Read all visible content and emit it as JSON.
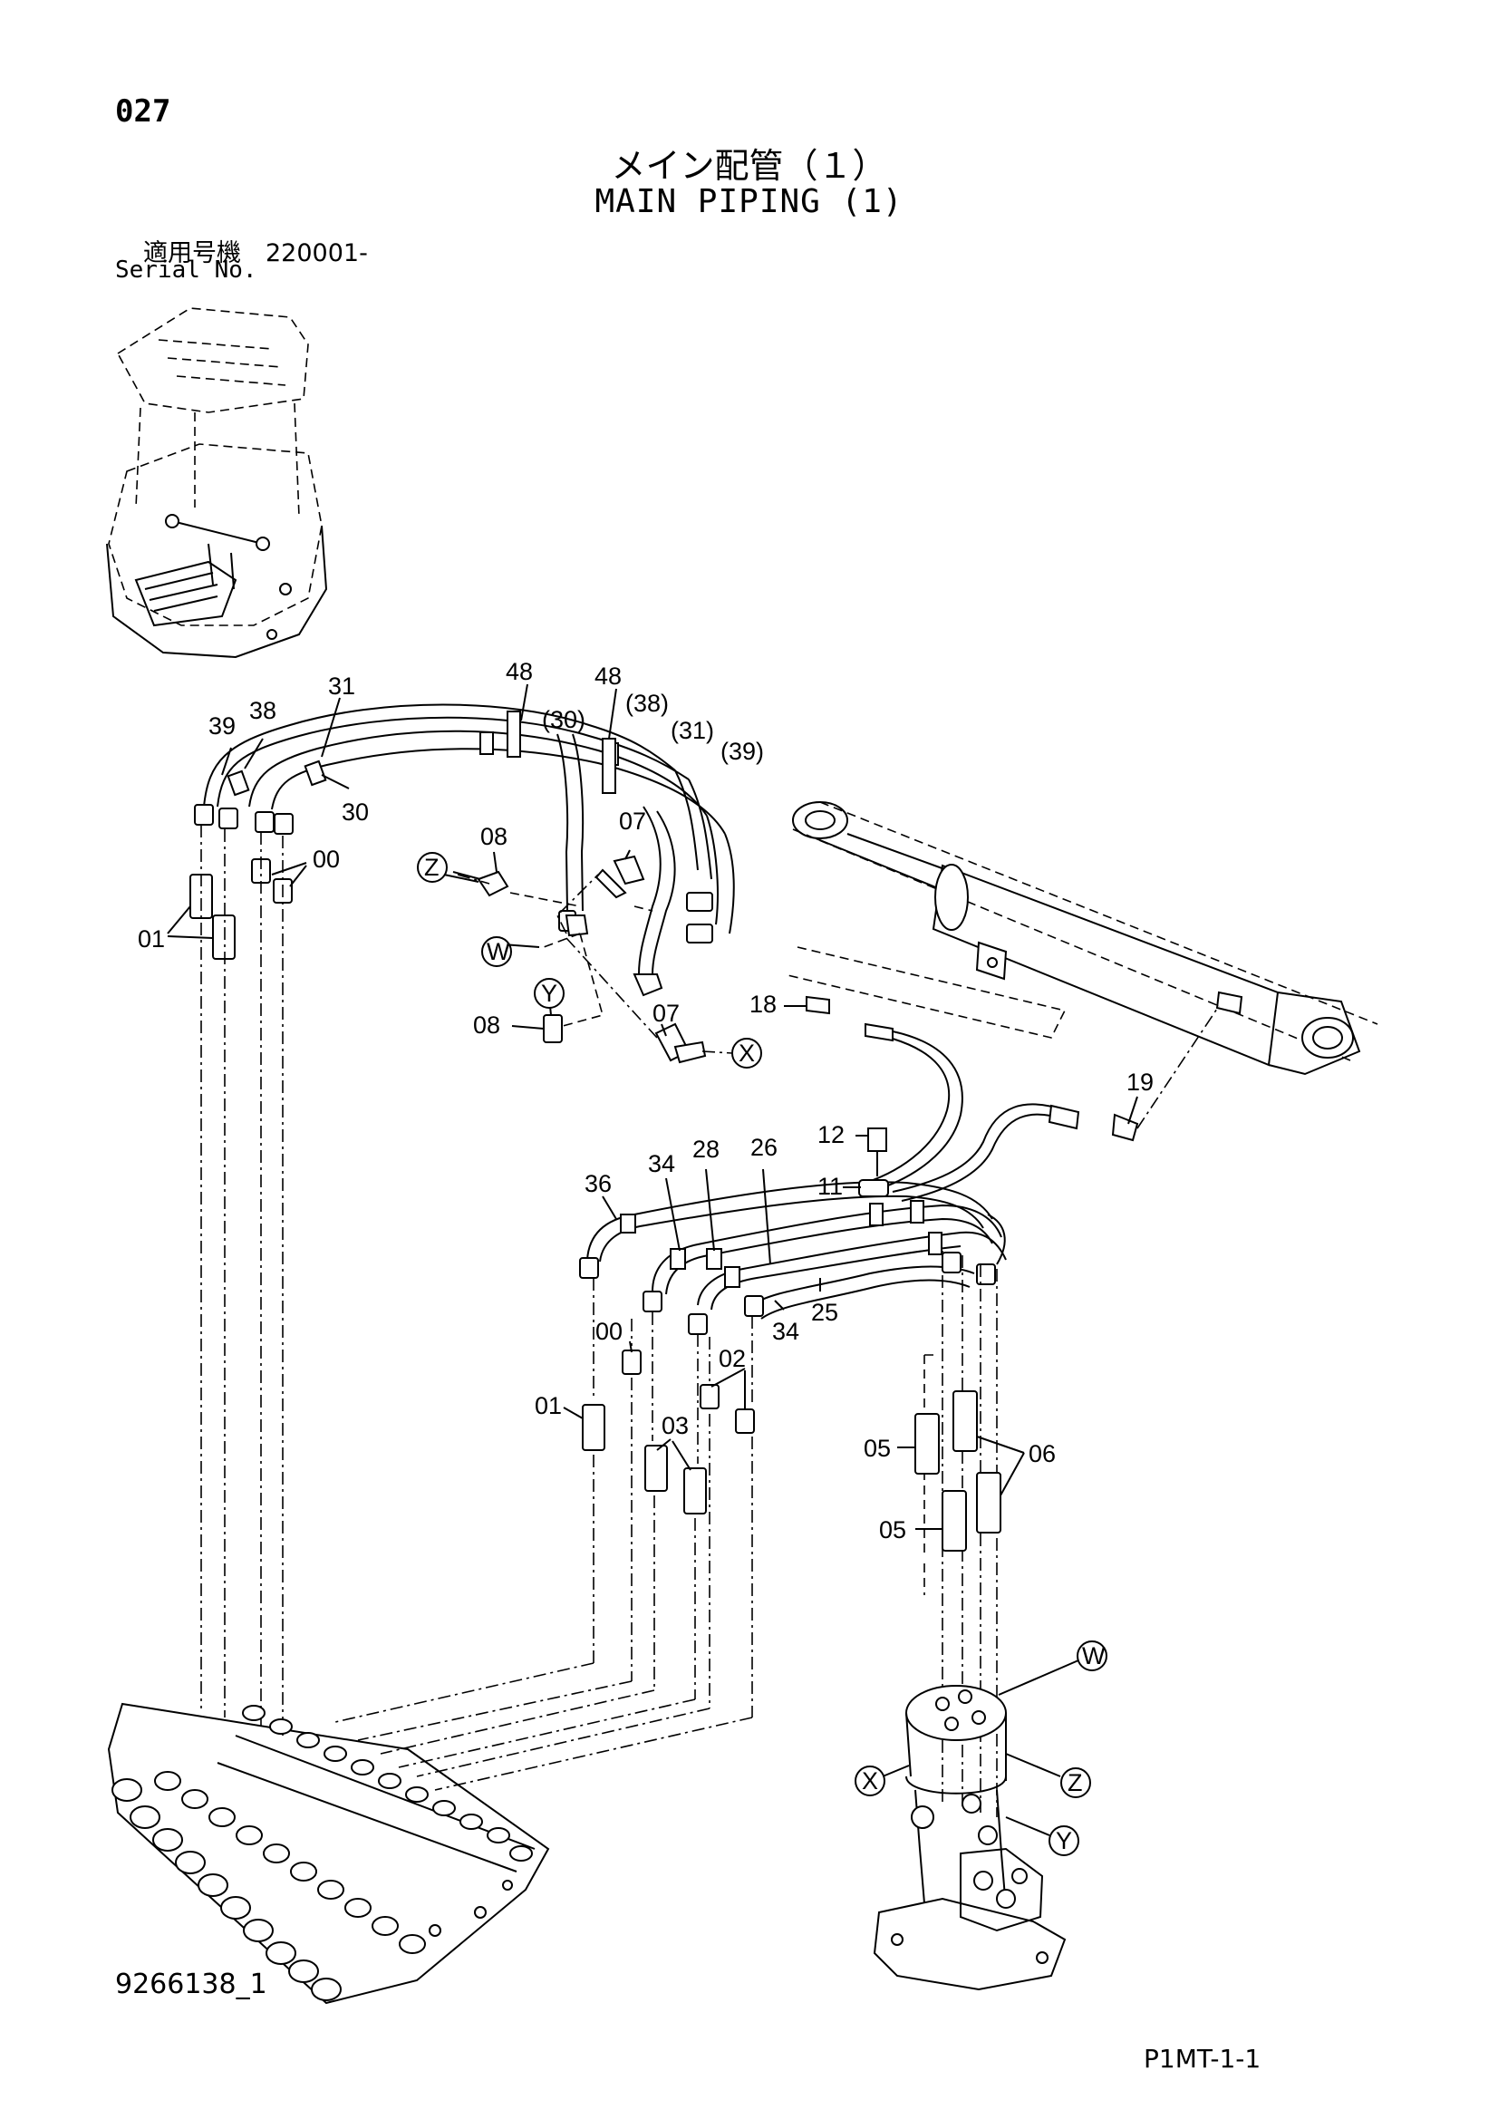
{
  "header": {
    "page_number": "027",
    "title_jp": "メイン配管（１）",
    "title_en": "MAIN PIPING (1)",
    "serial_label_jp": "適用号機　220001-",
    "serial_label_en": "Serial No."
  },
  "footer": {
    "drawing_number": "9266138_1",
    "sheet_code": "P1MT-1-1"
  },
  "callouts": {
    "c48a": "48",
    "c48b": "48",
    "c30p": "(30)",
    "c38p": "(38)",
    "c31p": "(31)",
    "c39p": "(39)",
    "c31": "31",
    "c38": "38",
    "c39": "39",
    "c30": "30",
    "c00a": "00",
    "c01a": "01",
    "c08a": "08",
    "c07a": "07",
    "c08b": "08",
    "c07b": "07",
    "c18": "18",
    "c19": "19",
    "c12": "12",
    "c11": "11",
    "c36": "36",
    "c34a": "34",
    "c28": "28",
    "c26": "26",
    "c00b": "00",
    "c34b": "34",
    "c25": "25",
    "c02": "02",
    "c01b": "01",
    "c03": "03",
    "c05a": "05",
    "c06": "06",
    "c05b": "05"
  },
  "port_markers": {
    "z1": "Z",
    "w1": "W",
    "y1": "Y",
    "x1": "X",
    "w2": "W",
    "x2": "X",
    "z2": "Z",
    "y2": "Y"
  }
}
